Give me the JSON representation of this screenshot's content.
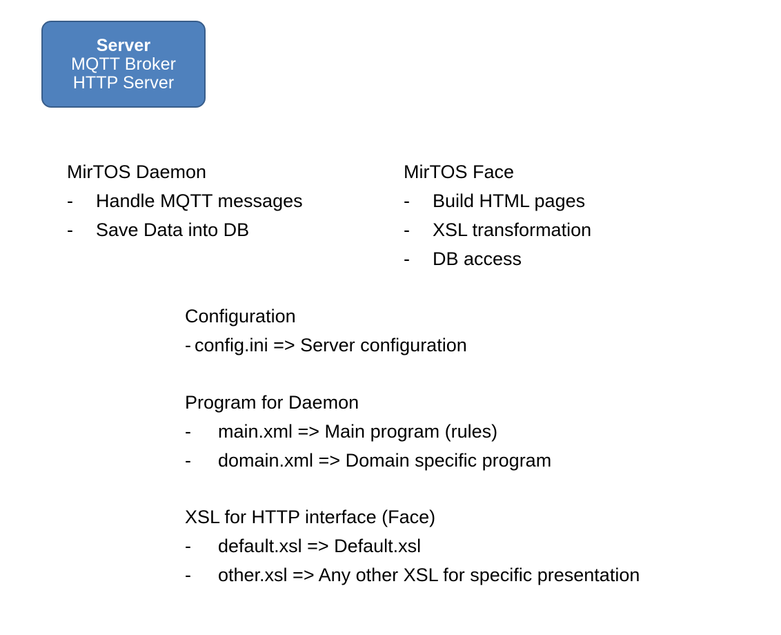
{
  "server_box": {
    "title": "Server",
    "lines": [
      "MQTT Broker",
      "HTTP Server"
    ],
    "fill_color": "#4F81BD",
    "border_color": "#385D8A",
    "text_color": "#FFFFFF"
  },
  "bullet_marker": "-",
  "blocks": {
    "daemon": {
      "heading": "MirTOS Daemon",
      "items": [
        "Handle MQTT messages",
        "Save Data into DB"
      ]
    },
    "face": {
      "heading": "MirTOS Face",
      "items": [
        "Build HTML pages",
        "XSL transformation",
        "DB access"
      ]
    },
    "configuration": {
      "heading": "Configuration",
      "items": [
        "config.ini => Server configuration"
      ]
    },
    "program": {
      "heading": "Program for Daemon",
      "items": [
        "main.xml => Main program (rules)",
        "domain.xml => Domain specific program"
      ]
    },
    "xsl": {
      "heading": "XSL for HTTP interface (Face)",
      "items": [
        "default.xsl => Default.xsl",
        "other.xsl => Any other XSL for specific presentation"
      ]
    }
  }
}
